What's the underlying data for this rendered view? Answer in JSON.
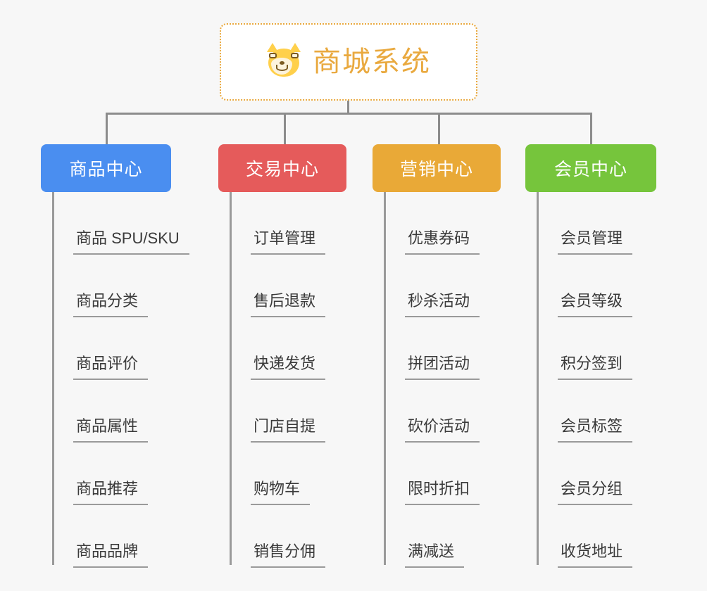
{
  "canvas": {
    "background": "#f7f7f7",
    "connector_color": "#8c8c8c",
    "leaf_line_color": "#9a9a9a",
    "leaf_text_color": "#3a3a3a"
  },
  "root": {
    "title": "商城系统",
    "icon": "shiba-inu-emoji",
    "border_color": "#e9a93f",
    "text_color": "#e9a93f",
    "background": "#ffffff"
  },
  "branches": [
    {
      "label": "商品中心",
      "color": "#4a8ef0",
      "leaves": [
        "商品 SPU/SKU",
        "商品分类",
        "商品评价",
        "商品属性",
        "商品推荐",
        "商品品牌"
      ]
    },
    {
      "label": "交易中心",
      "color": "#e55b5b",
      "leaves": [
        "订单管理",
        "售后退款",
        "快递发货",
        "门店自提",
        "购物车",
        "销售分佣"
      ]
    },
    {
      "label": "营销中心",
      "color": "#e9a937",
      "leaves": [
        "优惠券码",
        "秒杀活动",
        "拼团活动",
        "砍价活动",
        "限时折扣",
        "满减送"
      ]
    },
    {
      "label": "会员中心",
      "color": "#76c53c",
      "leaves": [
        "会员管理",
        "会员等级",
        "积分签到",
        "会员标签",
        "会员分组",
        "收货地址"
      ]
    }
  ]
}
